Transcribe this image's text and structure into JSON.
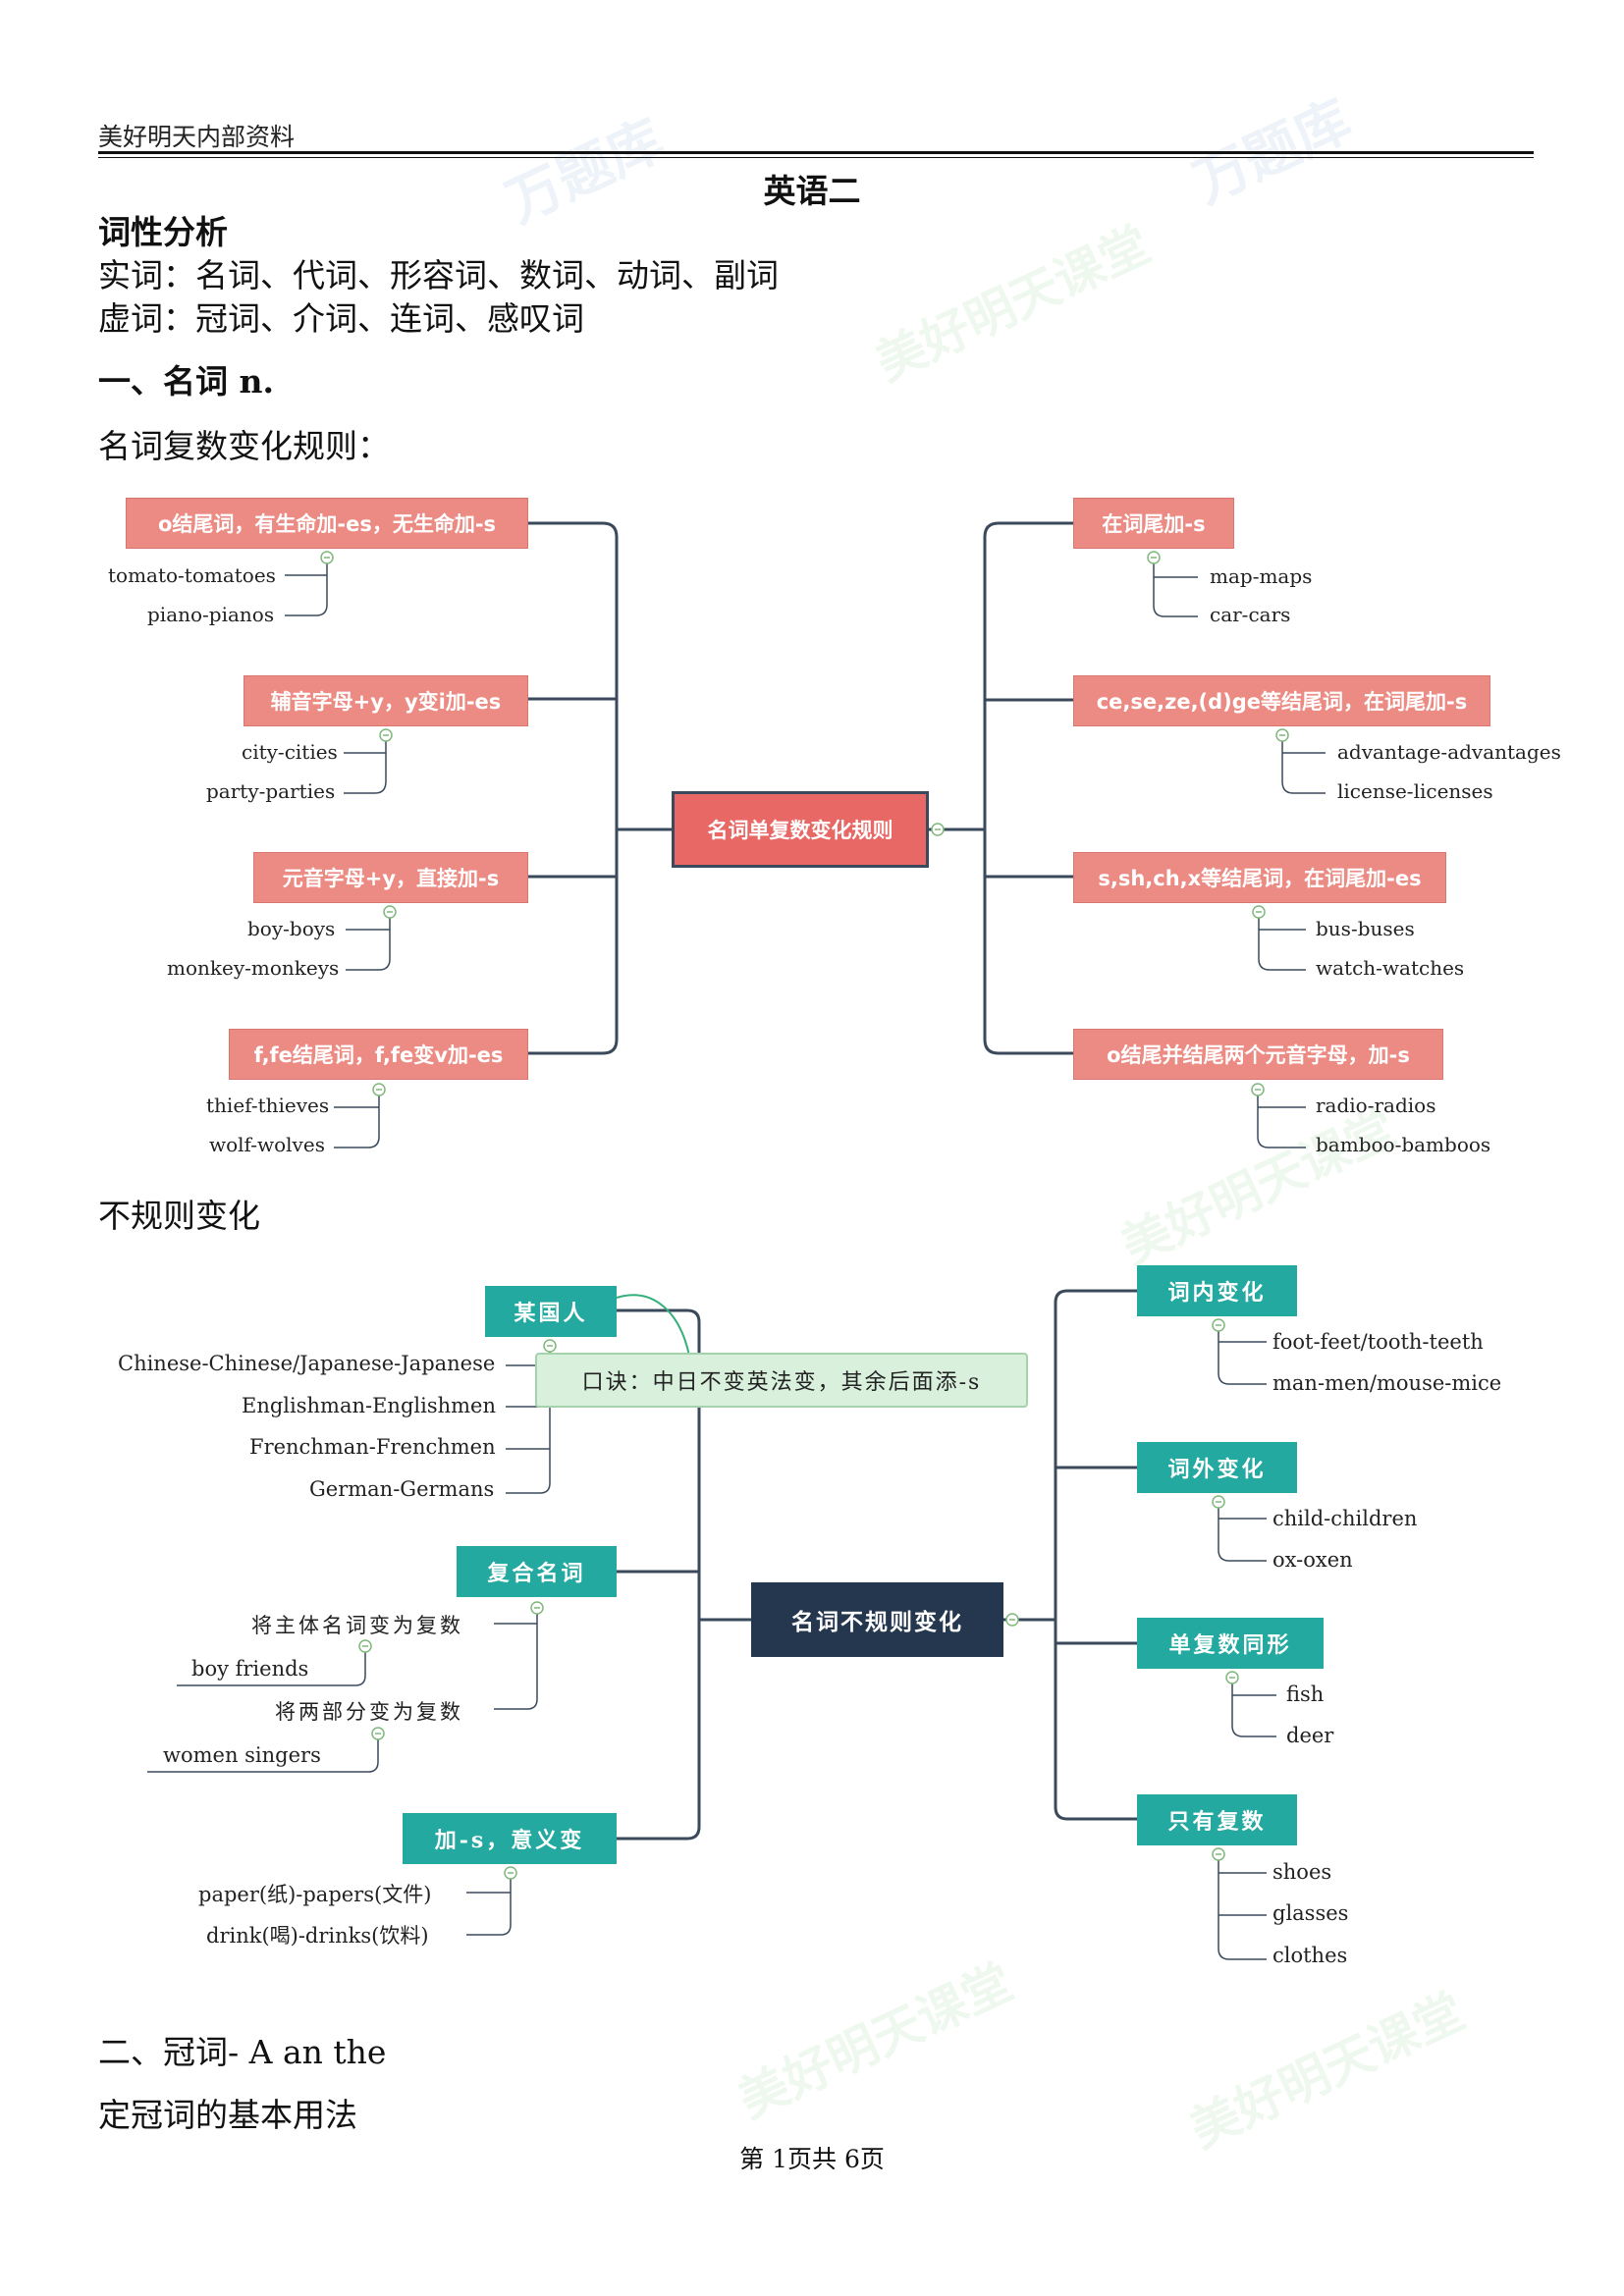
{
  "header": {
    "text": "美好明天内部资料"
  },
  "doc_title": "英语二",
  "section_pos": {
    "heading": "词性分析",
    "content_words": "实词：名词、代词、形容词、数词、动词、副词",
    "function_words": "虚词：冠词、介词、连词、感叹词"
  },
  "section1": {
    "heading": "一、名词 n.",
    "plural_rules_label": "名词复数变化规则："
  },
  "mindmap1": {
    "center": "名词单复数变化规则",
    "left": [
      {
        "label": "o结尾词，有生命加-es，无生命加-s",
        "leaves": [
          "tomato-tomatoes",
          "piano-pianos"
        ]
      },
      {
        "label": "辅音字母+y，y变i加-es",
        "leaves": [
          "city-cities",
          "party-parties"
        ]
      },
      {
        "label": "元音字母+y，直接加-s",
        "leaves": [
          "boy-boys",
          "monkey-monkeys"
        ]
      },
      {
        "label": "f,fe结尾词，f,fe变v加-es",
        "leaves": [
          "thief-thieves",
          "wolf-wolves"
        ]
      }
    ],
    "right": [
      {
        "label": "在词尾加-s",
        "leaves": [
          "map-maps",
          "car-cars"
        ]
      },
      {
        "label": "ce,se,ze,(d)ge等结尾词，在词尾加-s",
        "leaves": [
          "advantage-advantages",
          "license-licenses"
        ]
      },
      {
        "label": "s,sh,ch,x等结尾词，在词尾加-es",
        "leaves": [
          "bus-buses",
          "watch-watches"
        ]
      },
      {
        "label": "o结尾并结尾两个元音字母，加-s",
        "leaves": [
          "radio-radios",
          "bamboo-bamboos"
        ]
      }
    ]
  },
  "irregular_label": "不规则变化",
  "mindmap2": {
    "center": "名词不规则变化",
    "mnemonic": "口诀：中日不变英法变，其余后面添-s",
    "left": [
      {
        "label": "某国人",
        "leaves": [
          "Chinese-Chinese/Japanese-Japanese",
          "Englishman-Englishmen",
          "Frenchman-Frenchmen",
          "German-Germans"
        ]
      },
      {
        "label": "复合名词",
        "sub": [
          {
            "label": "将主体名词变为复数",
            "leaf": "boy friends"
          },
          {
            "label": "将两部分变为复数",
            "leaf": "women singers"
          }
        ]
      },
      {
        "label": "加-s，意义变",
        "leaves": [
          "paper(纸)-papers(文件)",
          "drink(喝)-drinks(饮料)"
        ]
      }
    ],
    "right": [
      {
        "label": "词内变化",
        "leaves": [
          "foot-feet/tooth-teeth",
          "man-men/mouse-mice"
        ]
      },
      {
        "label": "词外变化",
        "leaves": [
          "child-children",
          "ox-oxen"
        ]
      },
      {
        "label": "单复数同形",
        "leaves": [
          "fish",
          "deer"
        ]
      },
      {
        "label": "只有复数",
        "leaves": [
          "shoes",
          "glasses",
          "clothes"
        ]
      }
    ]
  },
  "section2": {
    "heading": "二、冠词- A an the",
    "sub": "定冠词的基本用法"
  },
  "footer": {
    "text": "第 1页共 6页"
  },
  "watermarks": [
    "万题库",
    "美好明天课堂"
  ],
  "colors": {
    "red_node": "#ec8b84",
    "red_center": "#e76864",
    "teal_node": "#23a9a0",
    "navy_center": "#24374f",
    "line": "#3a4a5c"
  }
}
